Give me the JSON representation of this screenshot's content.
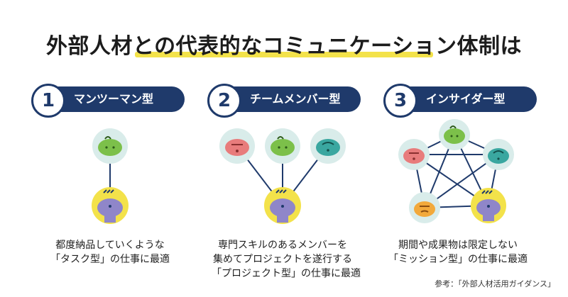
{
  "title": "外部人材との代表的なコミュニケーション体制は",
  "types": [
    {
      "number": "1",
      "label": "マンツーマン型",
      "lines": [
        "都度納品していくような",
        "「タスク型」の仕事に最適"
      ]
    },
    {
      "number": "2",
      "label": "チームメンバー型",
      "lines": [
        "専門スキルのあるメンバーを",
        "集めてプロジェクトを遂行する",
        "「プロジェクト型」の仕事に最適"
      ]
    },
    {
      "number": "3",
      "label": "インサイダー型",
      "lines": [
        "期間や成果物は限定しない",
        "「ミッション型」の仕事に最適"
      ]
    }
  ],
  "source_note": "参考：「外部人材活用ガイダンス」",
  "colors": {
    "navy": "#1f3a6b",
    "yellow": "#f3e24a",
    "node_bg": "#d9ecea",
    "green": "#7cc04a",
    "pink": "#e87c7c",
    "teal": "#3aa7a0",
    "orange": "#f2a93b",
    "purple": "#8f86c9",
    "line": "#1f3a6b"
  }
}
